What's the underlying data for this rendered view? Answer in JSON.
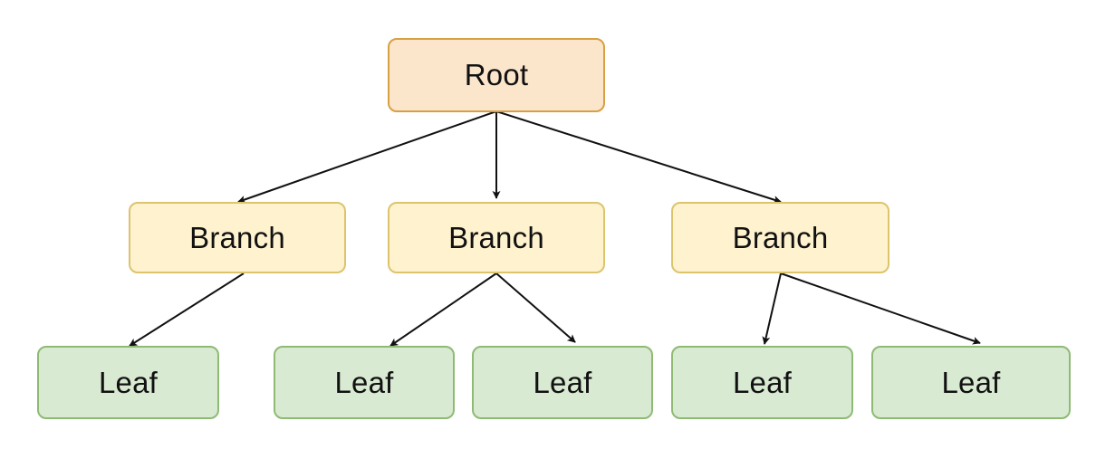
{
  "colors": {
    "root_fill": "#fbe5cb",
    "branch_fill": "#fff3cf",
    "leaf_fill": "#d9ead3",
    "edge": "#111111"
  },
  "nodes": {
    "root": {
      "label": "Root"
    },
    "branch_1": {
      "label": "Branch"
    },
    "branch_2": {
      "label": "Branch"
    },
    "branch_3": {
      "label": "Branch"
    },
    "leaf_1": {
      "label": "Leaf"
    },
    "leaf_2": {
      "label": "Leaf"
    },
    "leaf_3": {
      "label": "Leaf"
    },
    "leaf_4": {
      "label": "Leaf"
    },
    "leaf_5": {
      "label": "Leaf"
    }
  },
  "edges": [
    {
      "from": "root",
      "to": "branch_1"
    },
    {
      "from": "root",
      "to": "branch_2"
    },
    {
      "from": "root",
      "to": "branch_3"
    },
    {
      "from": "branch_1",
      "to": "leaf_1"
    },
    {
      "from": "branch_2",
      "to": "leaf_2"
    },
    {
      "from": "branch_2",
      "to": "leaf_3"
    },
    {
      "from": "branch_3",
      "to": "leaf_4"
    },
    {
      "from": "branch_3",
      "to": "leaf_5"
    }
  ]
}
